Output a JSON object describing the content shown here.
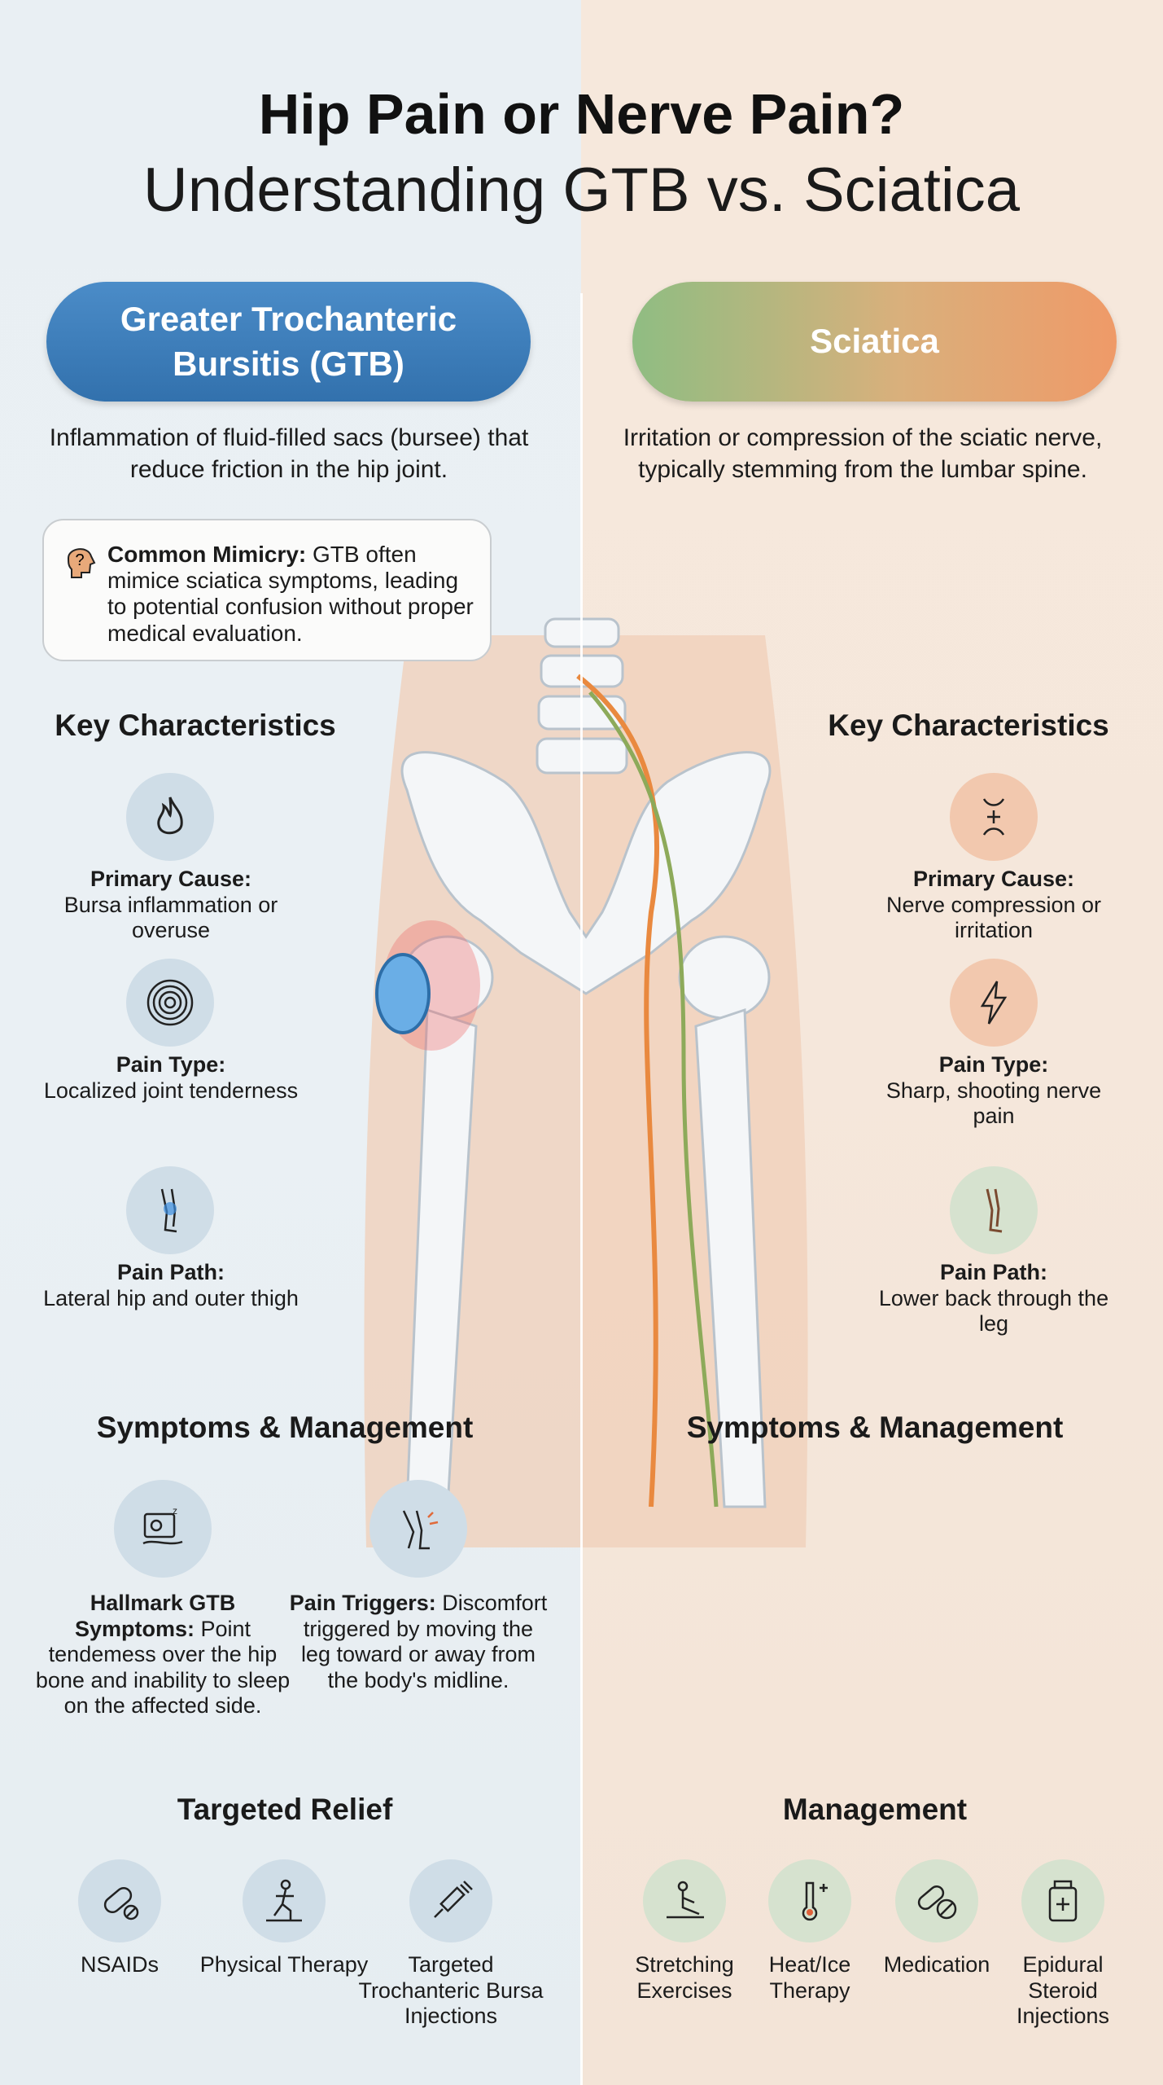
{
  "title": {
    "line1": "Hip Pain or Nerve Pain?",
    "line2": "Understanding GTB vs. Sciatica"
  },
  "gtb": {
    "pill": "Greater Trochanteric Bursitis (GTB)",
    "desc": "Inflammation of fluid-filled sacs (bursee) that reduce friction in the hip joint.",
    "callout": {
      "bold": "Common Mimicry:",
      "text": " GTB often mimice sciatica symptoms, leading to potential confusion without proper medical evaluation."
    },
    "key_heading": "Key Characteristics",
    "characteristics": [
      {
        "icon": "flame-icon",
        "title": "Primary Cause:",
        "text": "Bursa inflammation or overuse"
      },
      {
        "icon": "concentric-rings-icon",
        "title": "Pain Type:",
        "text": "Localized joint tenderness"
      },
      {
        "icon": "leg-icon",
        "title": "Pain Path:",
        "text": "Lateral hip and outer thigh"
      }
    ],
    "sym_heading": "Symptoms & Management",
    "symptoms": [
      {
        "icon": "sleep-icon",
        "title": "Hallmark GTB Symptoms:",
        "text": " Point tendemess over the hip bone and inability to sleep on the affected side."
      },
      {
        "icon": "leg-pain-icon",
        "title": "Pain Triggers:",
        "text": " Discomfort triggered by moving the leg toward or away from the body's midline."
      }
    ],
    "relief_heading": "Targeted Relief",
    "relief": [
      {
        "icon": "pill-icon",
        "label": "NSAIDs"
      },
      {
        "icon": "exercise-icon",
        "label": "Physical Therapy"
      },
      {
        "icon": "syringe-icon",
        "label": "Targeted Trochanteric Bursa Injections"
      }
    ]
  },
  "sciatica": {
    "pill": "Sciatica",
    "desc": "Irritation or compression of the sciatic nerve, typically stemming from the lumbar spine.",
    "key_heading": "Key Characteristics",
    "characteristics": [
      {
        "icon": "nerve-compression-icon",
        "title": "Primary Cause:",
        "text": "Nerve compression or irritation"
      },
      {
        "icon": "lightning-icon",
        "title": "Pain Type:",
        "text": "Sharp, shooting nerve pain"
      },
      {
        "icon": "leg-icon",
        "title": "Pain Path:",
        "text": "Lower back through the leg"
      }
    ],
    "sym_heading": "Symptoms & Management",
    "mgmt_heading": "Management",
    "management": [
      {
        "icon": "stretching-icon",
        "label": "Stretching Exercises"
      },
      {
        "icon": "thermometer-icon",
        "label": "Heat/Ice Therapy"
      },
      {
        "icon": "capsule-icon",
        "label": "Medication"
      },
      {
        "icon": "medicine-bottle-icon",
        "label": "Epidural Steroid Injections"
      }
    ]
  },
  "colors": {
    "gtb_blue": "#3d7fbd",
    "sciatica_orange": "#ef9a68",
    "sciatica_green": "#8fbd82"
  }
}
